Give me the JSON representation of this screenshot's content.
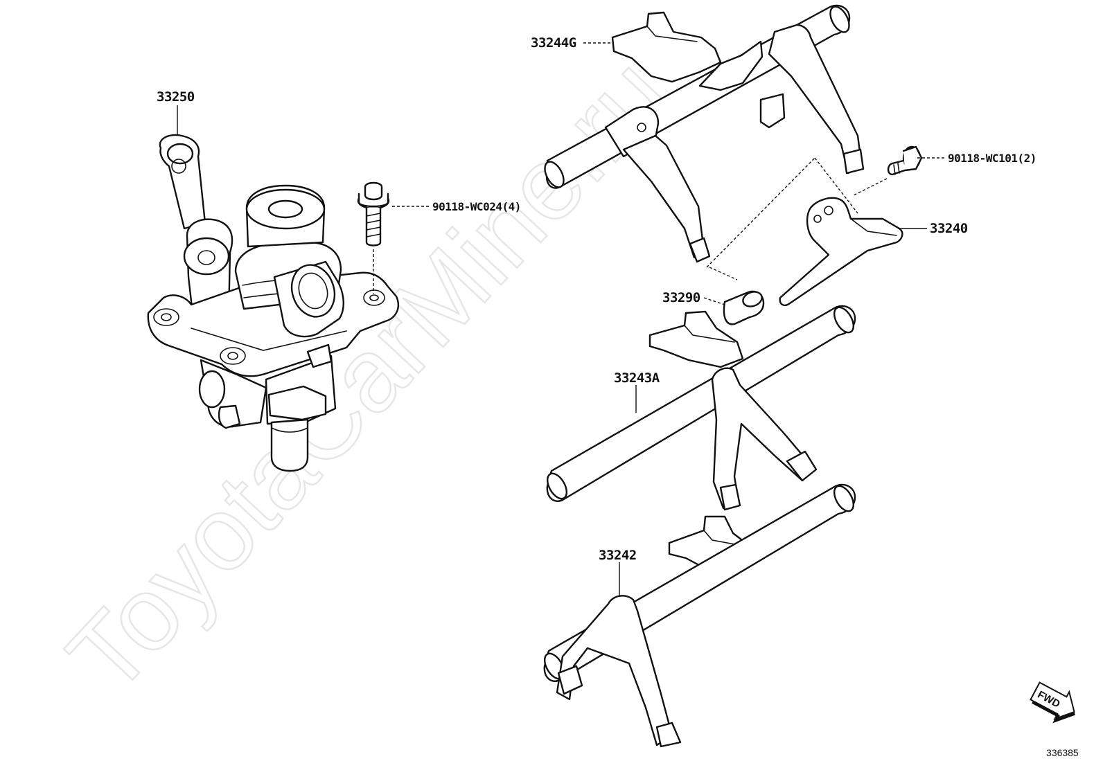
{
  "watermark": "ToyotaCarMine.ru",
  "figure_number": "336385",
  "fwd_label": "FWD",
  "parts": [
    {
      "id": "p33250",
      "label": "33250"
    },
    {
      "id": "p90118-wc024",
      "label": "90118-WC024(4)"
    },
    {
      "id": "p33244g",
      "label": "33244G"
    },
    {
      "id": "p90118-wc101",
      "label": "90118-WC101(2)"
    },
    {
      "id": "p33240",
      "label": "33240"
    },
    {
      "id": "p33290",
      "label": "33290"
    },
    {
      "id": "p33243a",
      "label": "33243A"
    },
    {
      "id": "p33242",
      "label": "33242"
    }
  ]
}
